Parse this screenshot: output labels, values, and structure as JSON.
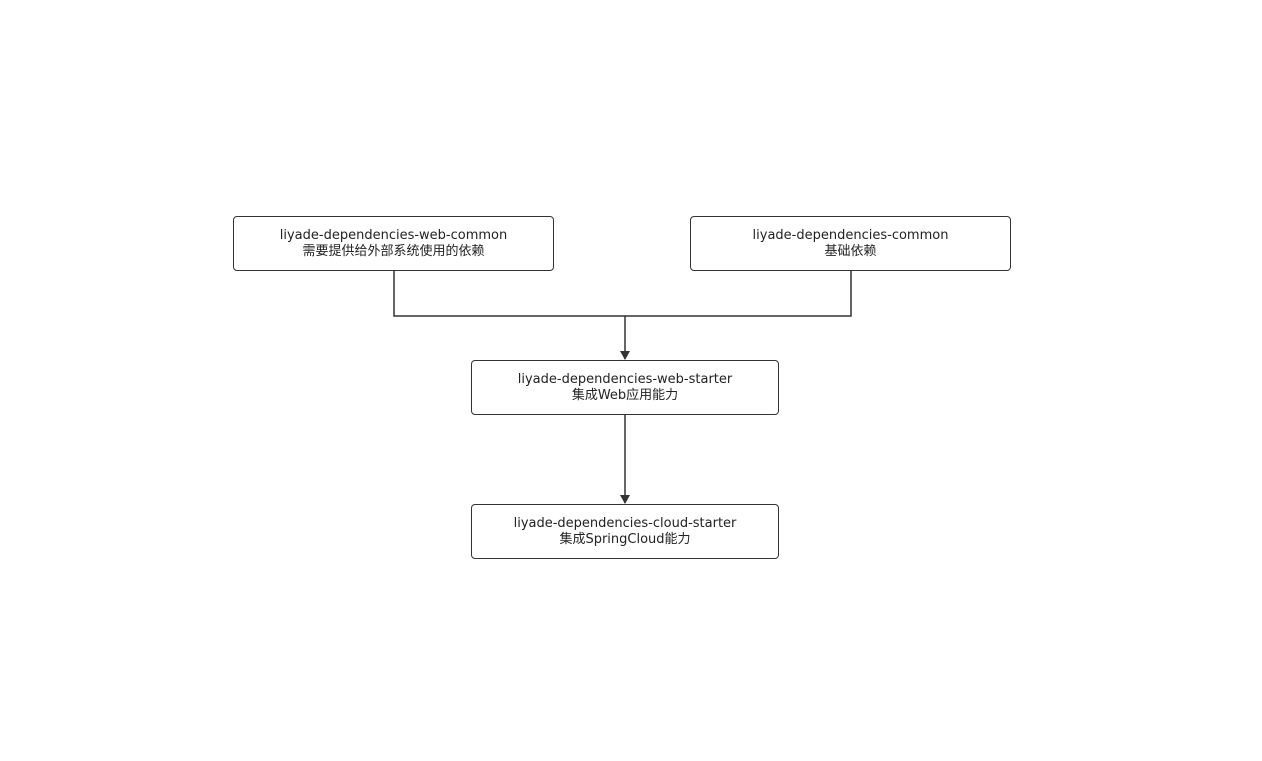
{
  "colors": {
    "stroke": "#333333",
    "text": "#222222",
    "background": "#ffffff"
  },
  "nodes": {
    "web_common": {
      "title": "liyade-dependencies-web-common",
      "subtitle": "需要提供给外部系统使用的依赖"
    },
    "common": {
      "title": "liyade-dependencies-common",
      "subtitle": "基础依赖"
    },
    "web_starter": {
      "title": "liyade-dependencies-web-starter",
      "subtitle": "集成Web应用能力"
    },
    "cloud_starter": {
      "title": "liyade-dependencies-cloud-starter",
      "subtitle": "集成SpringCloud能力"
    }
  }
}
